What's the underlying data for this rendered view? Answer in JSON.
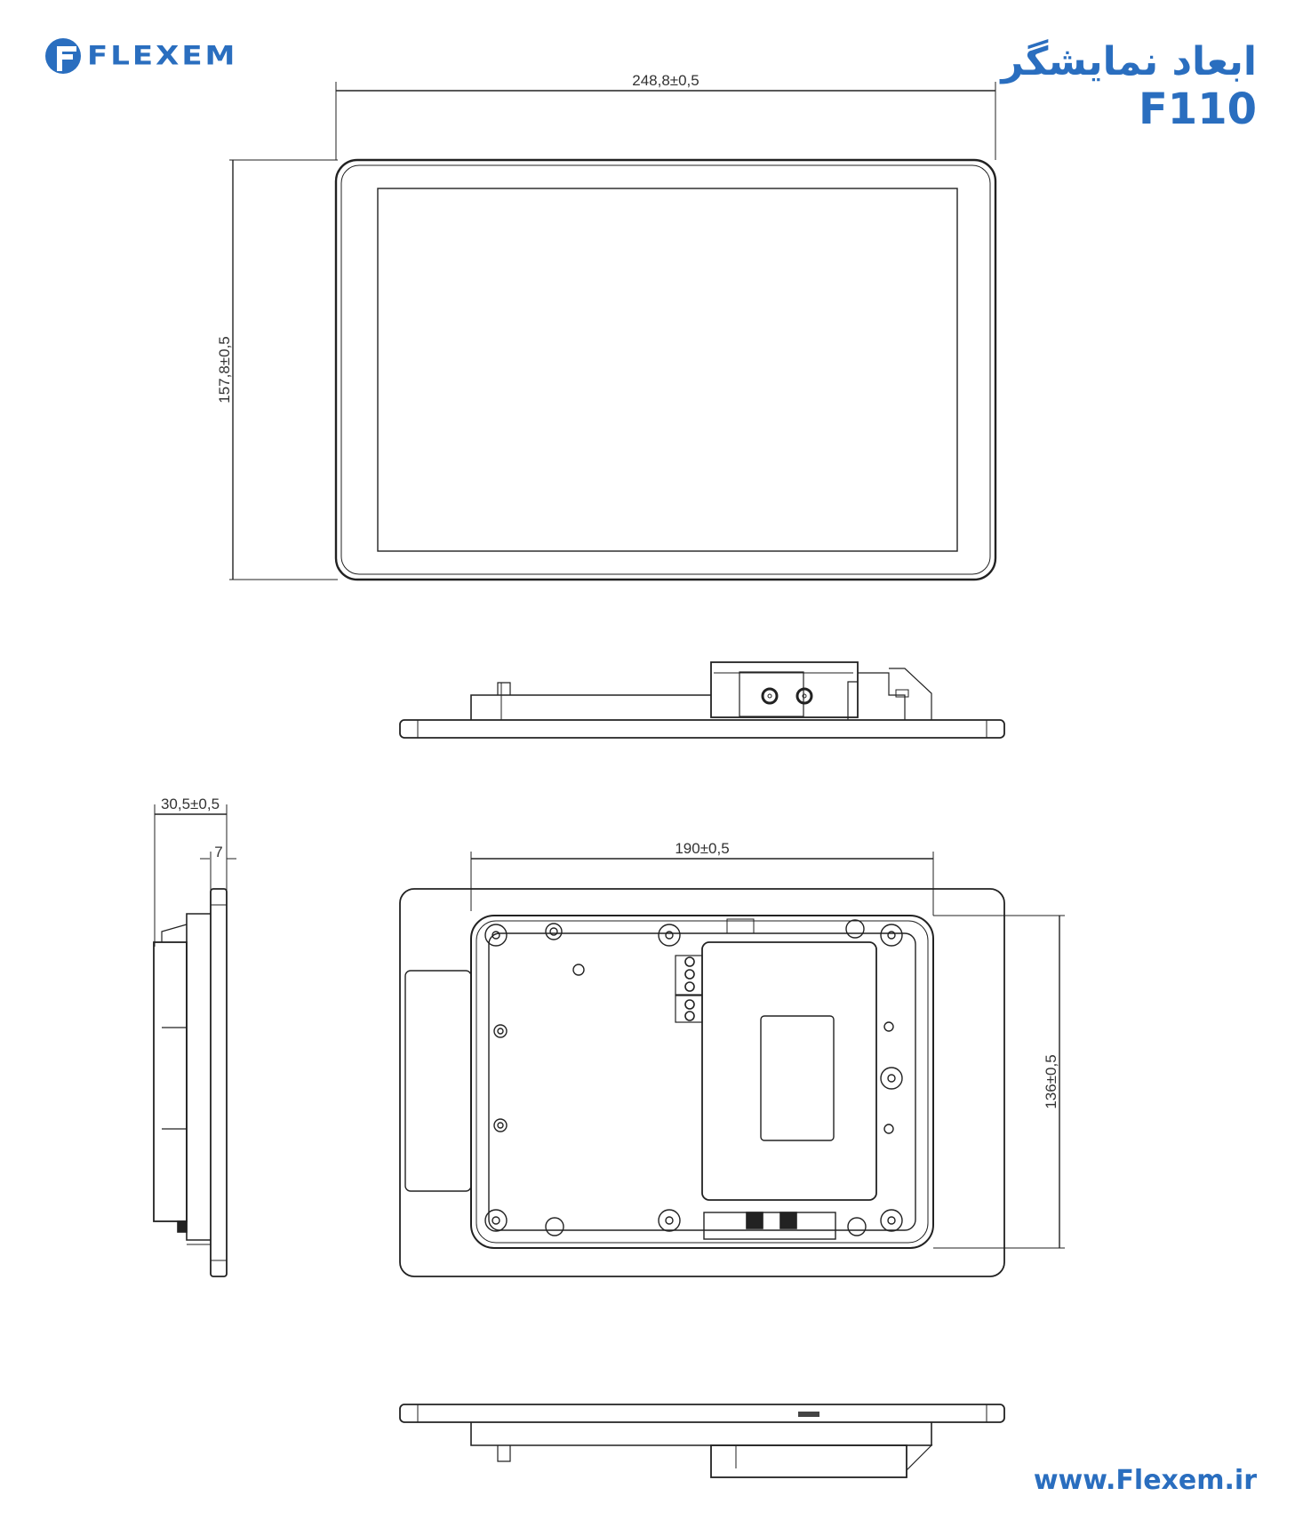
{
  "header": {
    "brand": "FLEXEM",
    "title_fa": "ابعاد نمایشگر",
    "model": "F110"
  },
  "footer": {
    "website": "www.Flexem.ir"
  },
  "colors": {
    "brand_blue": "#2a6ebf",
    "line": "#222222",
    "dim_text": "#333333"
  },
  "dimensions": {
    "front_width": "248,8±0,5",
    "front_height": "157,8±0,5",
    "side_depth": "30,5±0,5",
    "side_bezel": "7",
    "cutout_width": "190±0,5",
    "cutout_height": "136±0,5"
  },
  "views": [
    "front-view",
    "top-view",
    "side-view",
    "back-view",
    "bottom-view"
  ]
}
